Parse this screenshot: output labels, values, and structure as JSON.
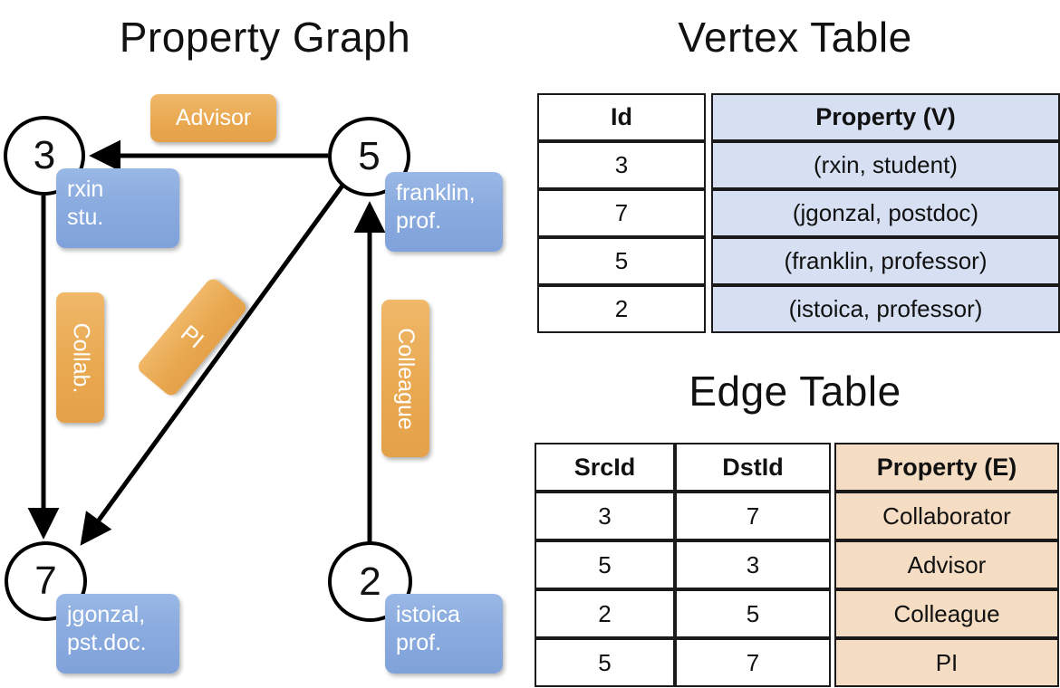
{
  "titles": {
    "property_graph": "Property Graph",
    "vertex_table": "Vertex Table",
    "edge_table": "Edge Table"
  },
  "graph": {
    "vertices": [
      {
        "id": "3",
        "property_line1": "rxin",
        "property_line2": "stu."
      },
      {
        "id": "5",
        "property_line1": "franklin,",
        "property_line2": "prof."
      },
      {
        "id": "7",
        "property_line1": "jgonzal,",
        "property_line2": "pst.doc."
      },
      {
        "id": "2",
        "property_line1": "istoica",
        "property_line2": "prof."
      }
    ],
    "edge_labels": [
      {
        "label": "Advisor"
      },
      {
        "label": "Collab."
      },
      {
        "label": "PI"
      },
      {
        "label": "Colleague"
      }
    ]
  },
  "vertex_table": {
    "columns": [
      "Id",
      "Property (V)"
    ],
    "rows": [
      {
        "id": "3",
        "property": "(rxin, student)"
      },
      {
        "id": "7",
        "property": "(jgonzal, postdoc)"
      },
      {
        "id": "5",
        "property": "(franklin, professor)"
      },
      {
        "id": "2",
        "property": "(istoica, professor)"
      }
    ]
  },
  "edge_table": {
    "columns": [
      "SrcId",
      "DstId",
      "Property (E)"
    ],
    "rows": [
      {
        "src": "3",
        "dst": "7",
        "property": "Collaborator"
      },
      {
        "src": "5",
        "dst": "3",
        "property": "Advisor"
      },
      {
        "src": "2",
        "dst": "5",
        "property": "Colleague"
      },
      {
        "src": "5",
        "dst": "7",
        "property": "PI"
      }
    ]
  },
  "colors": {
    "vertex_property_blue": "#8aabdf",
    "edge_label_orange": "#e9a951",
    "vertex_table_header_fill": "#d6e0f2",
    "edge_table_header_fill": "#f5ddc3",
    "stroke": "#000000"
  }
}
